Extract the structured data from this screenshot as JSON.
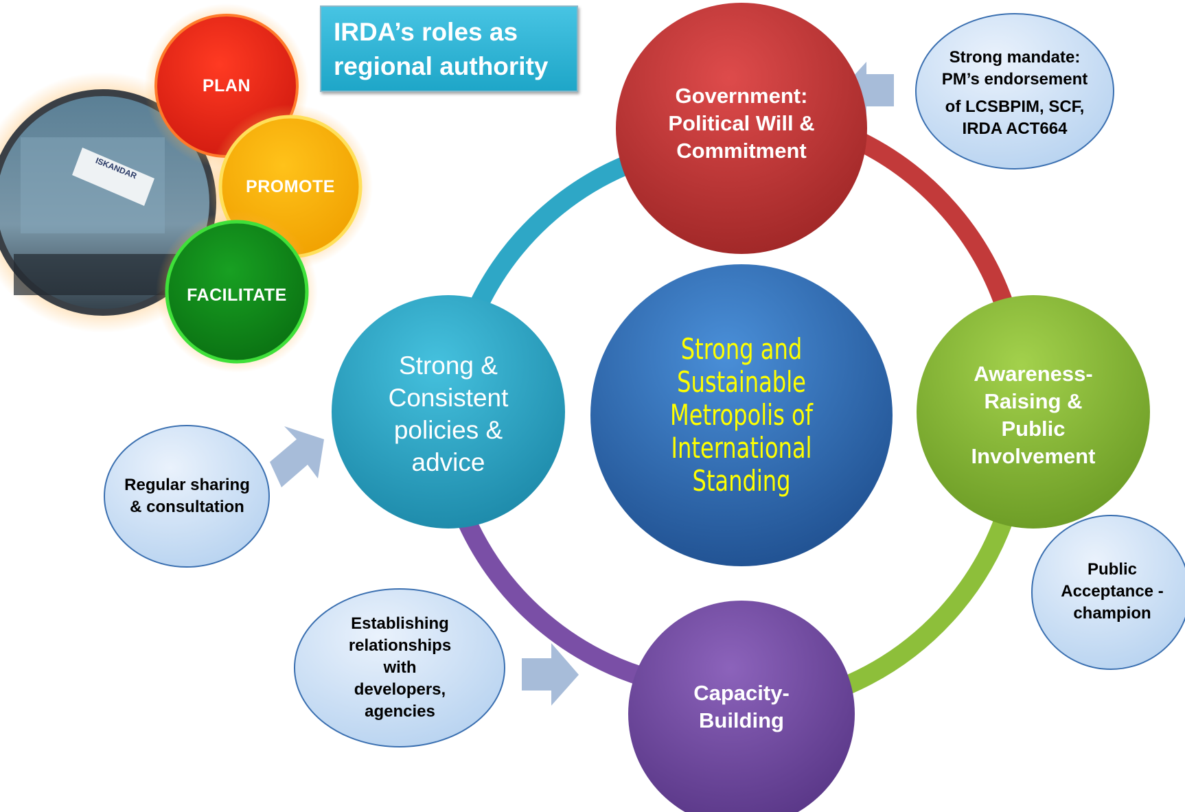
{
  "title": {
    "line1": "IRDA’s roles as",
    "line2": "regional authority"
  },
  "roles": [
    "PLAN",
    "PROMOTE",
    "FACILITATE"
  ],
  "role_colors": [
    "#e3261a",
    "#ffb400",
    "#0f8a19"
  ],
  "building_sign": "ISKANDAR",
  "center": {
    "lines": [
      "Strong and",
      "Sustainable",
      "Metropolis of",
      "International",
      "Standing"
    ],
    "color": "#2f6fb5"
  },
  "nodes": {
    "government": {
      "lines": [
        "Government:",
        "Political Will &",
        "Commitment"
      ],
      "color": "#c43a3a"
    },
    "awareness": {
      "lines": [
        "Awareness-",
        "Raising &",
        "Public",
        "Involvement"
      ],
      "color": "#8dbf3a"
    },
    "capacity": {
      "lines": [
        "Capacity-",
        "Building"
      ],
      "color": "#7a4fa6"
    },
    "policies": {
      "lines": [
        "Strong &",
        "Consistent",
        "policies &",
        "advice"
      ],
      "color": "#2ea7c6"
    }
  },
  "supports": {
    "mandate": {
      "lines": [
        "Strong mandate:",
        "PM’s endorsement",
        "of LCSBPIM, SCF,",
        "IRDA ACT664"
      ]
    },
    "sharing": {
      "lines": [
        "Regular sharing",
        "& consultation"
      ]
    },
    "relationships": {
      "lines": [
        "Establishing",
        "relationships",
        "with",
        "developers,",
        "agencies"
      ]
    },
    "acceptance": {
      "lines": [
        "Public",
        "Acceptance -",
        "champion"
      ]
    }
  }
}
